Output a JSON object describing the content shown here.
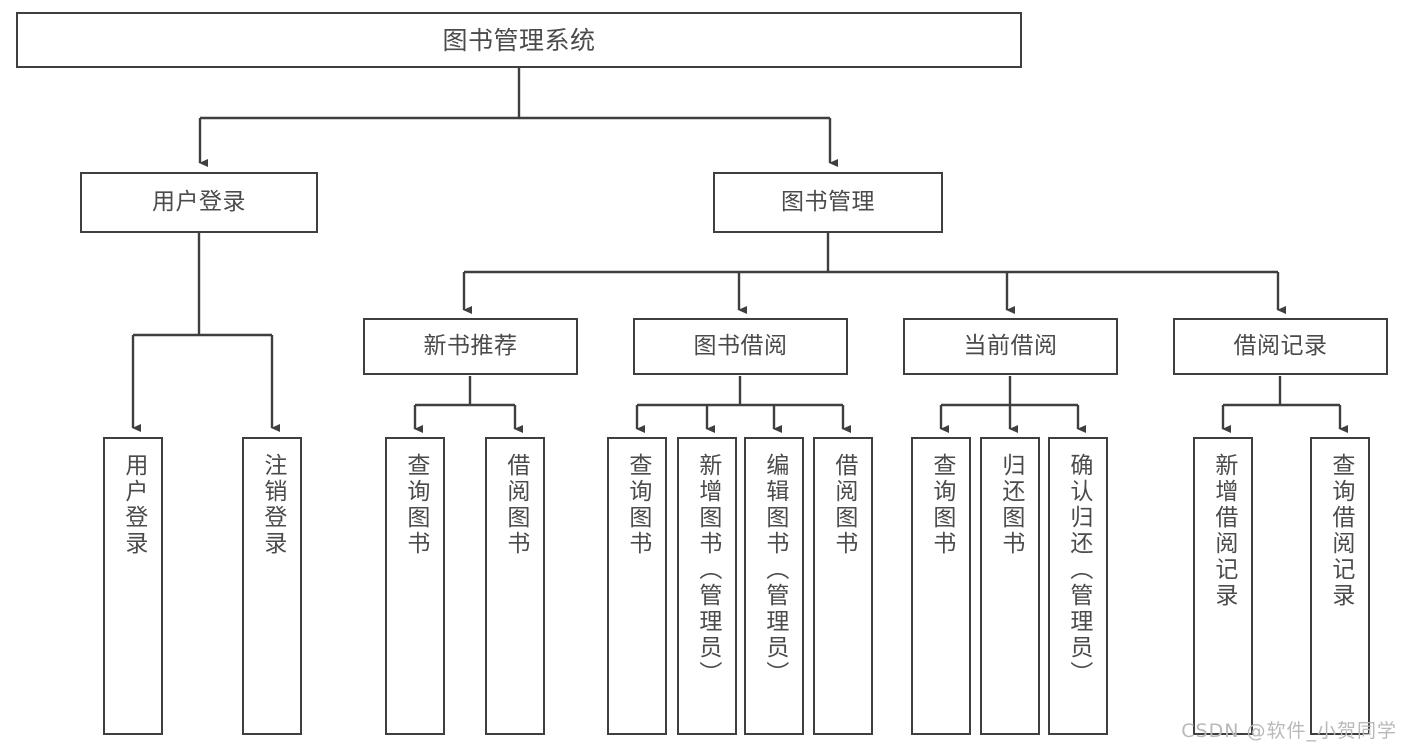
{
  "diagram": {
    "title": "图书管理系统",
    "watermark": "CSDN @软件_小贺同学",
    "root": {
      "label": "图书管理系统"
    },
    "level2": [
      {
        "label": "用户登录"
      },
      {
        "label": "图书管理"
      }
    ],
    "level3": [
      {
        "label": "新书推荐"
      },
      {
        "label": "图书借阅"
      },
      {
        "label": "当前借阅"
      },
      {
        "label": "借阅记录"
      }
    ],
    "leaves": {
      "user_login": [
        {
          "label": "用户登录"
        },
        {
          "label": "注销登录"
        }
      ],
      "new_book_recommend": [
        {
          "label": "查询图书"
        },
        {
          "label": "借阅图书"
        }
      ],
      "book_borrow": [
        {
          "label": "查询图书"
        },
        {
          "label": "新增图书（管理员）"
        },
        {
          "label": "编辑图书（管理员）"
        },
        {
          "label": "借阅图书"
        }
      ],
      "current_borrow": [
        {
          "label": "查询图书"
        },
        {
          "label": "归还图书"
        },
        {
          "label": "确认归还（管理员）"
        }
      ],
      "borrow_record": [
        {
          "label": "新增借阅记录"
        },
        {
          "label": "查询借阅记录"
        }
      ]
    },
    "colors": {
      "border": "#3f3f3f",
      "text": "#4b4b4b",
      "background": "#ffffff",
      "watermark": "#b9b9b9"
    }
  }
}
